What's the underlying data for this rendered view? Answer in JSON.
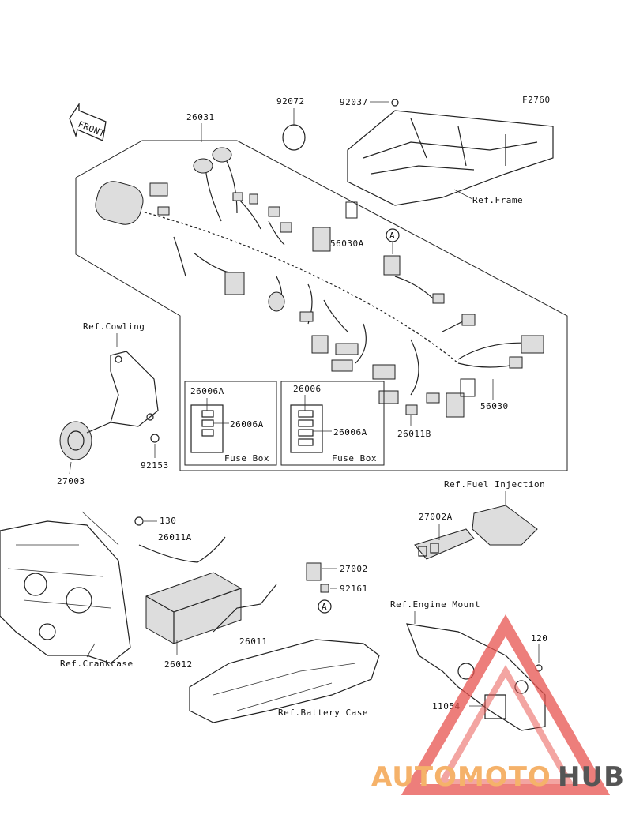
{
  "figure_code": "F2760",
  "front_arrow_label": "FRONT",
  "labels": {
    "harness": "26031",
    "band": "92072",
    "clamp_top": "92037",
    "frame_ref": "Ref.Frame",
    "connector_a": "56030A",
    "connector": "56030",
    "marker_a": "A",
    "cowling_ref": "Ref.Cowling",
    "bolt_92153": "92153",
    "horn": "27003",
    "fusebox1_fuse": "26006A",
    "fusebox1_fuse2": "26006A",
    "fusebox1_title": "Fuse Box",
    "fusebox2_fuse": "26006",
    "fusebox2_fuse2": "26006A",
    "fusebox2_title": "Fuse Box",
    "lead_b": "26011B",
    "fuel_injection_ref": "Ref.Fuel Injection",
    "ecu": "27002A",
    "bolt_130": "130",
    "lead_a": "26011A",
    "relay": "27002",
    "clip_92161": "92161",
    "engine_mount_ref": "Ref.Engine Mount",
    "bolt_120": "120",
    "crankcase_ref": "Ref.Crankcase",
    "battery": "26012",
    "lead": "26011",
    "battery_case_ref": "Ref.Battery Case",
    "bracket_11054": "11054"
  },
  "watermark": {
    "part1": "AUTOMOTO",
    "part2": "HUB",
    "color1": "#f5b26a",
    "color2": "#555555",
    "triangle_color": "#e8534f"
  }
}
